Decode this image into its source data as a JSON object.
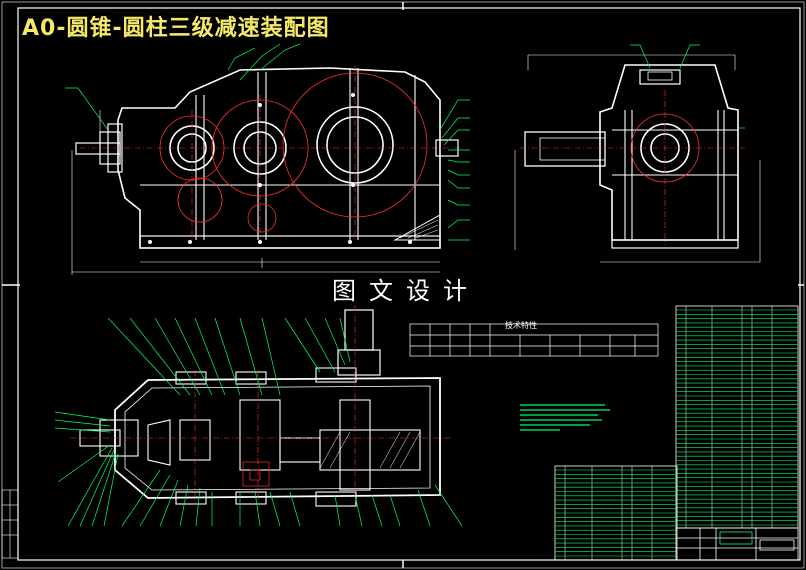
{
  "drawing": {
    "title": "A0-圆锥-圆柱三级减速装配图",
    "watermark": "图文设计",
    "spec_table_title": "技术特性"
  },
  "colors": {
    "background": "#000000",
    "outline": "#ffffff",
    "centerline": "#ff3030",
    "leader": "#00ff66",
    "dimension": "#ffffff",
    "title_text": "#f5e96a",
    "table_text": "#00ff66"
  }
}
